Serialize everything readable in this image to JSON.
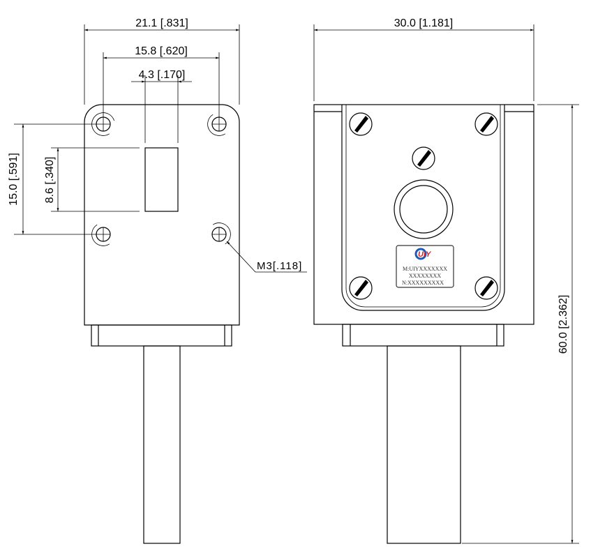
{
  "dimensions": {
    "front_width": "21.1 [.831]",
    "hole_spacing_horizontal": "15.8 [.620]",
    "waveguide_width": "4.3 [.170]",
    "hole_spacing_vertical": "15.0 [.591]",
    "waveguide_height": "8.6 [.340]",
    "side_width": "30.0 [1.181]",
    "overall_height": "60.0 [2.362]"
  },
  "thread_note": "M3[.118]",
  "nameplate": {
    "logo": "UIY",
    "line1": "M:UIYXXXXXXX",
    "line2": "XXXXXXXX",
    "line3": "N:XXXXXXXXX"
  },
  "colors": {
    "line": "#000000",
    "logo_blue": "#1e5bb8",
    "logo_red": "#d0202a"
  }
}
